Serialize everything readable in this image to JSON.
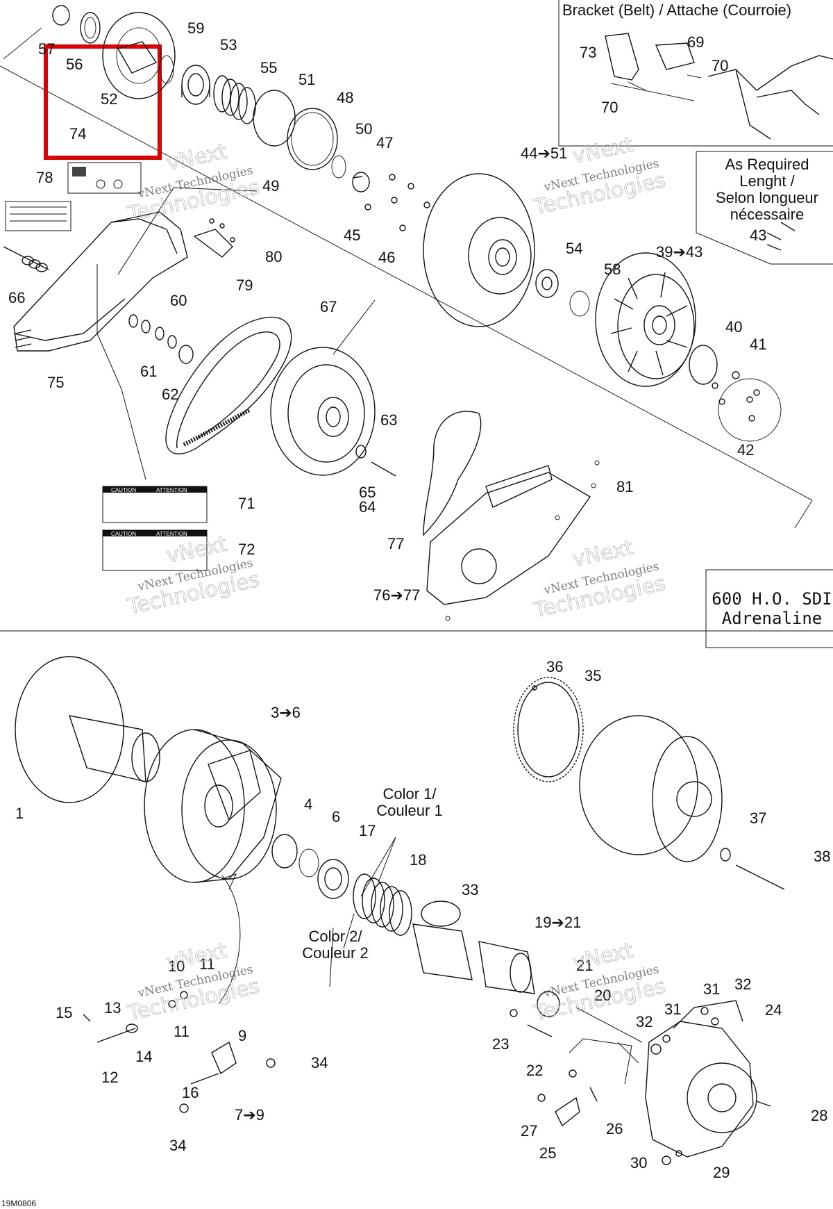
{
  "diagram": {
    "boxes": {
      "bracket_title": "Bracket (Belt) / Attache (Courroie)",
      "as_required": [
        "As Required",
        "Lenght /",
        "Selon longueur",
        "nécessaire"
      ],
      "model": [
        "600 H.O. SDI",
        "Adrenaline"
      ]
    },
    "color_labels": {
      "color1": [
        "Color 1/",
        "Couleur 1"
      ],
      "color2": [
        "Color 2/",
        "Couleur 2"
      ]
    },
    "watermark": {
      "line1": "vNext Technologies",
      "line2": "Technologies",
      "line3": "vNext"
    },
    "label_texts": {
      "caution": "CAUTION",
      "attention": "ATTENTION"
    },
    "reference": "19M0806",
    "highlight_color": "#e00000",
    "callouts_top": [
      "57",
      "56",
      "52",
      "74",
      "59",
      "53",
      "55",
      "51",
      "48",
      "50",
      "47",
      "49",
      "44➔51",
      "78",
      "80",
      "79",
      "45",
      "46",
      "66",
      "60",
      "61",
      "62",
      "75",
      "67",
      "54",
      "58",
      "39➔43",
      "40",
      "41",
      "42",
      "43",
      "63",
      "65",
      "64",
      "71",
      "72",
      "77",
      "81",
      "76➔77",
      "73",
      "69",
      "70",
      "70"
    ],
    "callouts_bottom": [
      "1",
      "3➔6",
      "4",
      "6",
      "17",
      "18",
      "33",
      "19➔21",
      "21",
      "20",
      "36",
      "35",
      "37",
      "38",
      "10",
      "11",
      "11",
      "13",
      "15",
      "14",
      "12",
      "9",
      "34",
      "16",
      "7➔9",
      "34",
      "23",
      "22",
      "31",
      "32",
      "31",
      "32",
      "24",
      "27",
      "26",
      "25",
      "28",
      "30",
      "29"
    ]
  }
}
